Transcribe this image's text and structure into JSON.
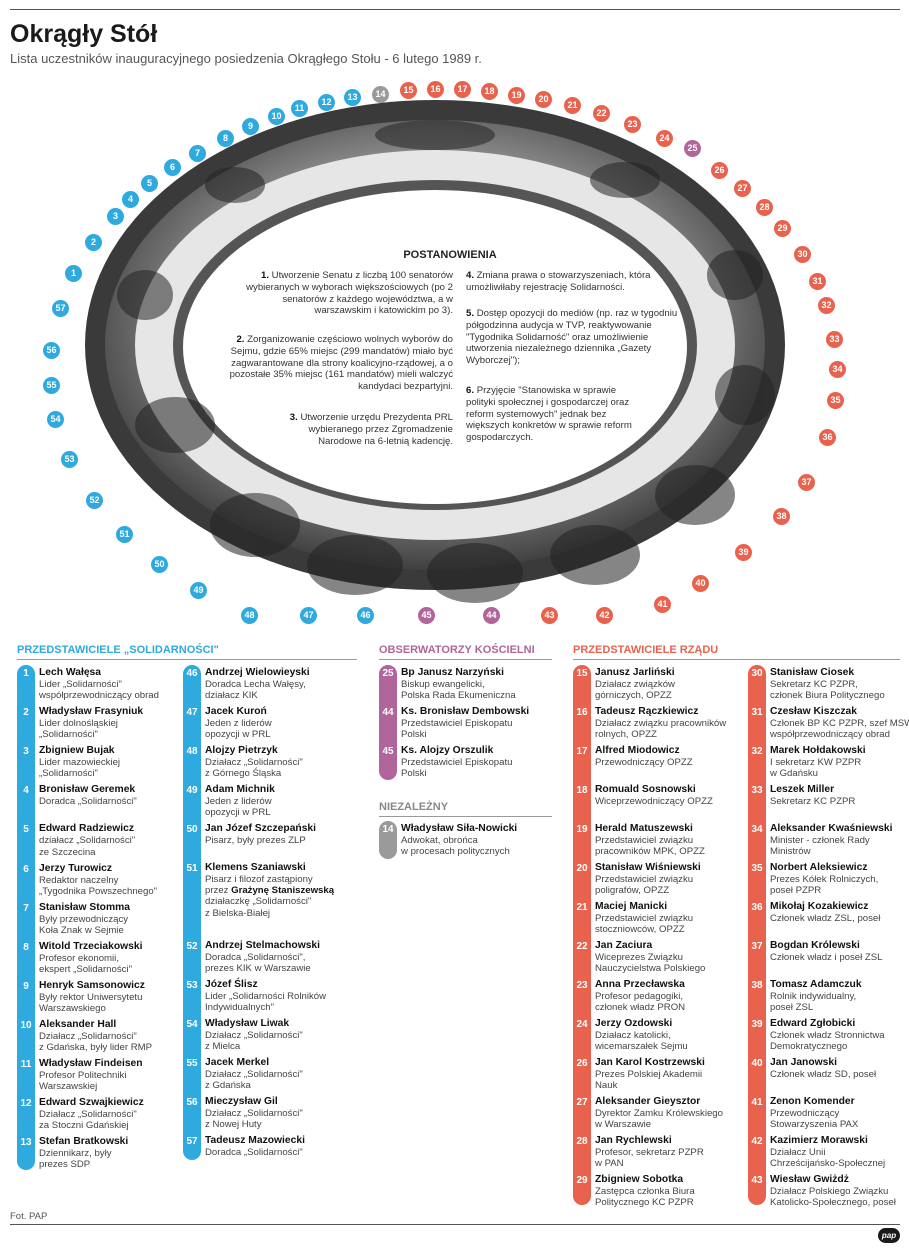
{
  "header": {
    "title": "Okrągły Stół",
    "subtitle": "Lista uczestników inauguracyjnego posiedzenia Okrągłego Stołu - 6 lutego 1989 r."
  },
  "resolutions": {
    "title": "POSTANOWIENIA",
    "items": [
      {
        "n": "1.",
        "text": "Utworzenie Senatu z liczbą 100 senatorów wybieranych w wyborach większościowych (po 2 senatorów z każdego województwa, a w warszawskim i katowickim po 3)."
      },
      {
        "n": "2.",
        "text": "Zorganizowanie częściowo wolnych wyborów do Sejmu, gdzie 65% miejsc (299 mandatów) miało być zagwarantowane dla strony koalicyjno-rządowej, a o pozostałe 35% miejsc (161 mandatów) mieli walczyć kandydaci bezpartyjni."
      },
      {
        "n": "3.",
        "text": "Utworzenie urzędu Prezydenta PRL wybieranego przez Zgromadzenie Narodowe na 6-letnią kadencję."
      },
      {
        "n": "4.",
        "text": "Zmiana prawa o stowarzyszeniach, która umożliwiłaby rejestrację Solidarności."
      },
      {
        "n": "5.",
        "text": "Dostęp opozycji do mediów (np. raz w tygodniu półgodzinna audycja w TVP, reaktywowanie \"Tygodnika Solidarność\" oraz umożliwienie utworzenia niezależnego dziennika „Gazety Wyborczej\");"
      },
      {
        "n": "6.",
        "text": "Przyjęcie \"Stanowiska w sprawie polityki społecznej i gospodarczej oraz reform systemowych\" jednak bez większych konkretów w sprawie reform gospodarczych."
      }
    ]
  },
  "sections": {
    "solidarity": "PRZEDSTAWICIELE „SOLIDARNOŚCI\"",
    "church": "OBSERWATORZY KOŚCIELNI",
    "independent": "NIEZALEŻNY",
    "government": "PRZEDSTAWICIELE RZĄDU"
  },
  "colors": {
    "solidarity": "#2eaade",
    "government": "#e8624d",
    "church": "#b0669a",
    "independent": "#9a9a9a"
  },
  "participants": {
    "solidarity_col1": [
      {
        "n": "1",
        "name": "Lech Wałęsa",
        "desc": [
          "Lider „Solidarności\"",
          "współprzewodniczący obrad"
        ]
      },
      {
        "n": "2",
        "name": "Władysław Frasyniuk",
        "desc": [
          "Lider dolnośląskiej",
          "„Solidarności\""
        ]
      },
      {
        "n": "3",
        "name": "Zbigniew Bujak",
        "desc": [
          "Lider mazowieckiej",
          "„Solidarności\""
        ]
      },
      {
        "n": "4",
        "name": "Bronisław Geremek",
        "desc": [
          "Doradca „Solidarności\""
        ]
      },
      {
        "n": "5",
        "name": "Edward Radziewicz",
        "desc": [
          "działacz „Solidarności\"",
          "ze Szczecina"
        ]
      },
      {
        "n": "6",
        "name": "Jerzy Turowicz",
        "desc": [
          "Redaktor naczelny",
          "„Tygodnika Powszechnego\""
        ]
      },
      {
        "n": "7",
        "name": "Stanisław Stomma",
        "desc": [
          "Były przewodniczący",
          "Koła Znak w Sejmie"
        ]
      },
      {
        "n": "8",
        "name": "Witold Trzeciakowski",
        "desc": [
          "Profesor ekonomii,",
          "ekspert „Solidarności\""
        ]
      },
      {
        "n": "9",
        "name": "Henryk Samsonowicz",
        "desc": [
          "Były rektor Uniwersytetu",
          "Warszawskiego"
        ]
      },
      {
        "n": "10",
        "name": "Aleksander Hall",
        "desc": [
          "Działacz „Solidarności\"",
          "z Gdańska, były lider RMP"
        ]
      },
      {
        "n": "11",
        "name": "Władysław Findeisen",
        "desc": [
          "Profesor Politechniki",
          "Warszawskiej"
        ]
      },
      {
        "n": "12",
        "name": "Edward Szwajkiewicz",
        "desc": [
          "Działacz „Solidarności\"",
          "za Stoczni Gdańskiej"
        ]
      },
      {
        "n": "13",
        "name": "Stefan Bratkowski",
        "desc": [
          "Dziennikarz, były",
          "prezes SDP"
        ]
      }
    ],
    "solidarity_col2": [
      {
        "n": "46",
        "name": "Andrzej Wielowieyski",
        "desc": [
          "Doradca Lecha Wałęsy,",
          "działacz KIK"
        ]
      },
      {
        "n": "47",
        "name": "Jacek Kuroń",
        "desc": [
          "Jeden z liderów",
          "opozycji w PRL"
        ]
      },
      {
        "n": "48",
        "name": "Alojzy Pietrzyk",
        "desc": [
          "Działacz „Solidarności\"",
          "z Górnego Śląska"
        ]
      },
      {
        "n": "49",
        "name": "Adam Michnik",
        "desc": [
          "Jeden z liderów",
          "opozycji w PRL"
        ]
      },
      {
        "n": "50",
        "name": "Jan Józef Szczepański",
        "desc": [
          "Pisarz, były prezes ZLP"
        ]
      },
      {
        "n": "51",
        "name": "Klemens Szaniawski",
        "desc": [
          "Pisarz i filozof zastąpiony",
          "przez",
          "działaczkę „Solidarności\"",
          "z Bielska-Białej"
        ],
        "bold": "Grażynę Staniszewską"
      },
      {
        "n": "52",
        "name": "Andrzej Stelmachowski",
        "desc": [
          "Doradca „Solidarności\",",
          "prezes KIK w Warszawie"
        ]
      },
      {
        "n": "53",
        "name": "Józef Ślisz",
        "desc": [
          "Lider „Solidarności Rolników",
          "Indywidualnych\""
        ]
      },
      {
        "n": "54",
        "name": "Władysław Liwak",
        "desc": [
          "Działacz „Solidarności\"",
          "z Mielca"
        ]
      },
      {
        "n": "55",
        "name": "Jacek Merkel",
        "desc": [
          "Działacz „Solidarności\"",
          "z Gdańska"
        ]
      },
      {
        "n": "56",
        "name": "Mieczysław Gil",
        "desc": [
          "Działacz „Solidarności\"",
          "z Nowej Huty"
        ]
      },
      {
        "n": "57",
        "name": "Tadeusz Mazowiecki",
        "desc": [
          "Doradca „Solidarności\""
        ]
      }
    ],
    "church": [
      {
        "n": "25",
        "name": "Bp Janusz Narzyński",
        "desc": [
          "Biskup ewangelicki,",
          "Polska Rada Ekumeniczna"
        ]
      },
      {
        "n": "44",
        "name": "Ks. Bronisław Dembowski",
        "desc": [
          "Przedstawiciel Episkopatu",
          "Polski"
        ]
      },
      {
        "n": "45",
        "name": "Ks. Alojzy Orszulik",
        "desc": [
          "Przedstawiciel Episkopatu",
          "Polski"
        ]
      }
    ],
    "independent": [
      {
        "n": "14",
        "name": "Władysław Siła-Nowicki",
        "desc": [
          "Adwokat, obrońca",
          "w procesach politycznych"
        ]
      }
    ],
    "government_col1": [
      {
        "n": "15",
        "name": "Janusz Jarliński",
        "desc": [
          "Działacz związków",
          "górniczych, OPZZ"
        ]
      },
      {
        "n": "16",
        "name": "Tadeusz Rączkiewicz",
        "desc": [
          "Działacz związku pracowników",
          "rolnych, OPZZ"
        ]
      },
      {
        "n": "17",
        "name": "Alfred Miodowicz",
        "desc": [
          "Przewodniczący OPZZ"
        ]
      },
      {
        "n": "18",
        "name": "Romuald Sosnowski",
        "desc": [
          "Wiceprzewodniczący OPZZ"
        ]
      },
      {
        "n": "19",
        "name": "Herald Matuszewski",
        "desc": [
          "Przedstawiciel związku",
          "pracowników MPK, OPZZ"
        ]
      },
      {
        "n": "20",
        "name": "Stanisław Wiśniewski",
        "desc": [
          "Przedstawiciel związku",
          "poligrafów, OPZZ"
        ]
      },
      {
        "n": "21",
        "name": "Maciej Manicki",
        "desc": [
          "Przedstawiciel związku",
          "stoczniowców, OPZZ"
        ]
      },
      {
        "n": "22",
        "name": "Jan Zaciura",
        "desc": [
          "Wiceprezes Związku",
          "Nauczycielstwa Polskiego"
        ]
      },
      {
        "n": "23",
        "name": "Anna Przecławska",
        "desc": [
          "Profesor pedagogiki,",
          "członek władz PRON"
        ]
      },
      {
        "n": "24",
        "name": "Jerzy Ozdowski",
        "desc": [
          "Działacz katolicki,",
          "wicemarszałek Sejmu"
        ]
      },
      {
        "n": "26",
        "name": "Jan Karol Kostrzewski",
        "desc": [
          "Prezes Polskiej Akademii",
          "Nauk"
        ]
      },
      {
        "n": "27",
        "name": "Aleksander Gieysztor",
        "desc": [
          "Dyrektor Zamku Królewskiego",
          "w Warszawie"
        ]
      },
      {
        "n": "28",
        "name": "Jan Rychlewski",
        "desc": [
          "Profesor, sekretarz PZPR",
          "w PAN"
        ]
      },
      {
        "n": "29",
        "name": "Zbigniew Sobotka",
        "desc": [
          "Zastępca członka Biura",
          "Politycznego KC PZPR"
        ]
      }
    ],
    "government_col2": [
      {
        "n": "30",
        "name": "Stanisław Ciosek",
        "desc": [
          "Sekretarz KC PZPR,",
          "członek Biura Politycznego"
        ]
      },
      {
        "n": "31",
        "name": "Czesław Kiszczak",
        "desc": [
          "Członek BP KC PZPR, szef MSW,",
          "współprzewodniczący obrad"
        ]
      },
      {
        "n": "32",
        "name": "Marek Hołdakowski",
        "desc": [
          "I sekretarz KW PZPR",
          "w Gdańsku"
        ]
      },
      {
        "n": "33",
        "name": "Leszek Miller",
        "desc": [
          "Sekretarz KC PZPR"
        ]
      },
      {
        "n": "34",
        "name": "Aleksander Kwaśniewski",
        "desc": [
          "Minister - członek Rady",
          "Ministrów"
        ]
      },
      {
        "n": "35",
        "name": "Norbert Aleksiewicz",
        "desc": [
          "Prezes Kółek Rolniczych,",
          "poseł PZPR"
        ]
      },
      {
        "n": "36",
        "name": "Mikołaj Kozakiewicz",
        "desc": [
          "Członek władz ZSL, poseł"
        ]
      },
      {
        "n": "37",
        "name": "Bogdan Królewski",
        "desc": [
          "Członek władz i poseł ZSL"
        ]
      },
      {
        "n": "38",
        "name": "Tomasz Adamczuk",
        "desc": [
          "Rolnik indywidualny,",
          "poseł ZSL"
        ]
      },
      {
        "n": "39",
        "name": "Edward Zgłobicki",
        "desc": [
          "Członek władz Stronnictwa",
          "Demokratycznego"
        ]
      },
      {
        "n": "40",
        "name": "Jan Janowski",
        "desc": [
          "Członek władz SD, poseł"
        ]
      },
      {
        "n": "41",
        "name": "Zenon Komender",
        "desc": [
          "Przewodniczący",
          "Stowarzyszenia PAX"
        ]
      },
      {
        "n": "42",
        "name": "Kazimierz Morawski",
        "desc": [
          "Działacz Unii",
          "Chrześcijańsko-Społecznej"
        ]
      },
      {
        "n": "43",
        "name": "Wiesław Gwiżdż",
        "desc": [
          "Działacz Polskiego Związku",
          "Katolicko-Społecznego, poseł"
        ]
      }
    ]
  },
  "seat_numbers": {
    "blue": [
      "1",
      "2",
      "3",
      "4",
      "5",
      "6",
      "7",
      "8",
      "9",
      "10",
      "11",
      "12",
      "13",
      "46",
      "47",
      "48",
      "49",
      "50",
      "51",
      "52",
      "53",
      "54",
      "55",
      "56",
      "57"
    ],
    "red": [
      "15",
      "16",
      "17",
      "18",
      "19",
      "20",
      "21",
      "22",
      "23",
      "24",
      "26",
      "27",
      "28",
      "29",
      "30",
      "31",
      "32",
      "33",
      "34",
      "35",
      "36",
      "37",
      "38",
      "39",
      "40",
      "41",
      "42",
      "43"
    ],
    "purple": [
      "25",
      "44",
      "45"
    ],
    "gray": [
      "14"
    ]
  },
  "footer": {
    "credit": "Fot. PAP",
    "logo": "pap"
  }
}
